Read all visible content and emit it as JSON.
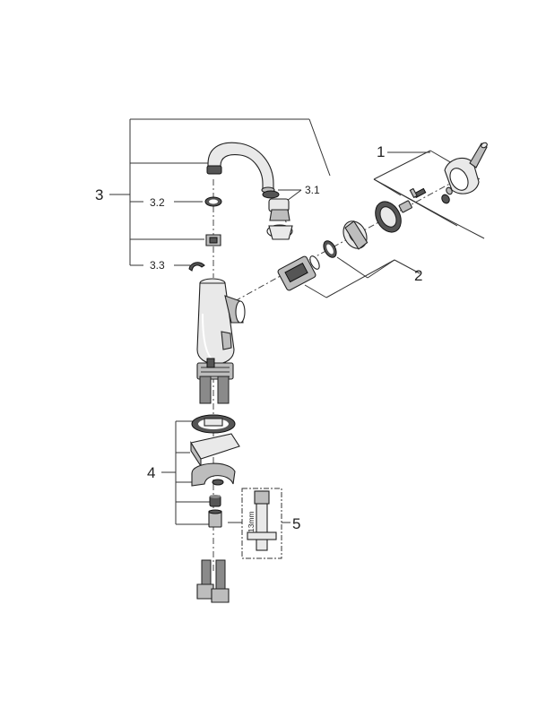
{
  "callouts": {
    "c1": "1",
    "c2": "2",
    "c3": "3",
    "c3_1": "3.1",
    "c3_2": "3.2",
    "c3_3": "3.3",
    "c4": "4",
    "c5": "5",
    "tool_size": "13mm"
  }
}
